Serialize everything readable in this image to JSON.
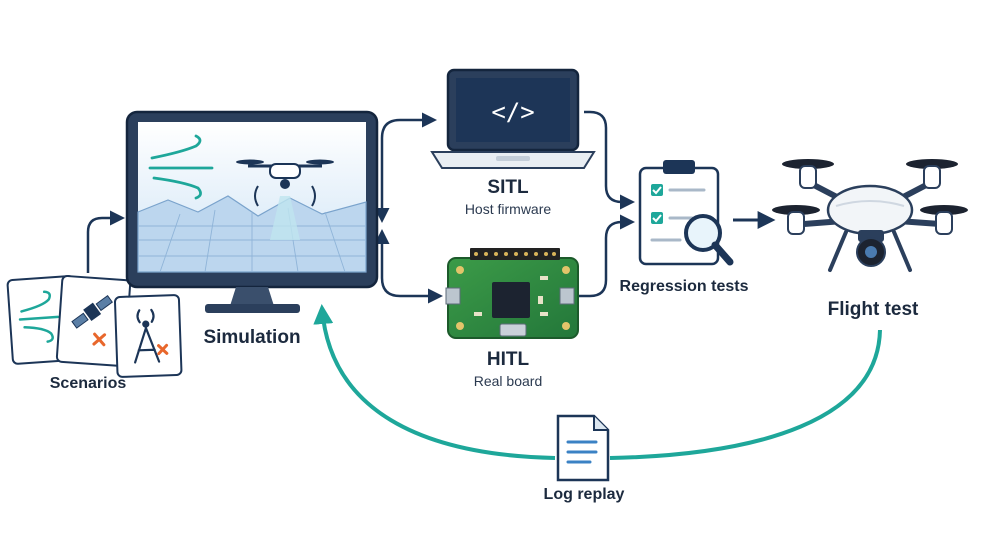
{
  "nodes": {
    "scenarios": {
      "label": "Scenarios"
    },
    "simulation": {
      "label": "Simulation"
    },
    "sitl": {
      "label": "SITL",
      "sublabel": "Host firmware"
    },
    "hitl": {
      "label": "HITL",
      "sublabel": "Real board"
    },
    "regression": {
      "label": "Regression tests"
    },
    "flight": {
      "label": "Flight test"
    },
    "log": {
      "label": "Log replay"
    }
  },
  "icons": {
    "laptop_screen": "</>",
    "scenario_cards": [
      "wind-icon",
      "satellite-fail-icon",
      "tower-fail-icon"
    ],
    "monitor": "drone-over-terrain-icon",
    "board": "circuit-board-icon",
    "clipboard": "checklist-magnifier-icon",
    "drone": "quadcopter-icon",
    "log": "document-icon"
  },
  "colors": {
    "navy": "#1c3557",
    "teal": "#1ea79a",
    "orange": "#e8672c",
    "green": "#2f8a3e"
  }
}
